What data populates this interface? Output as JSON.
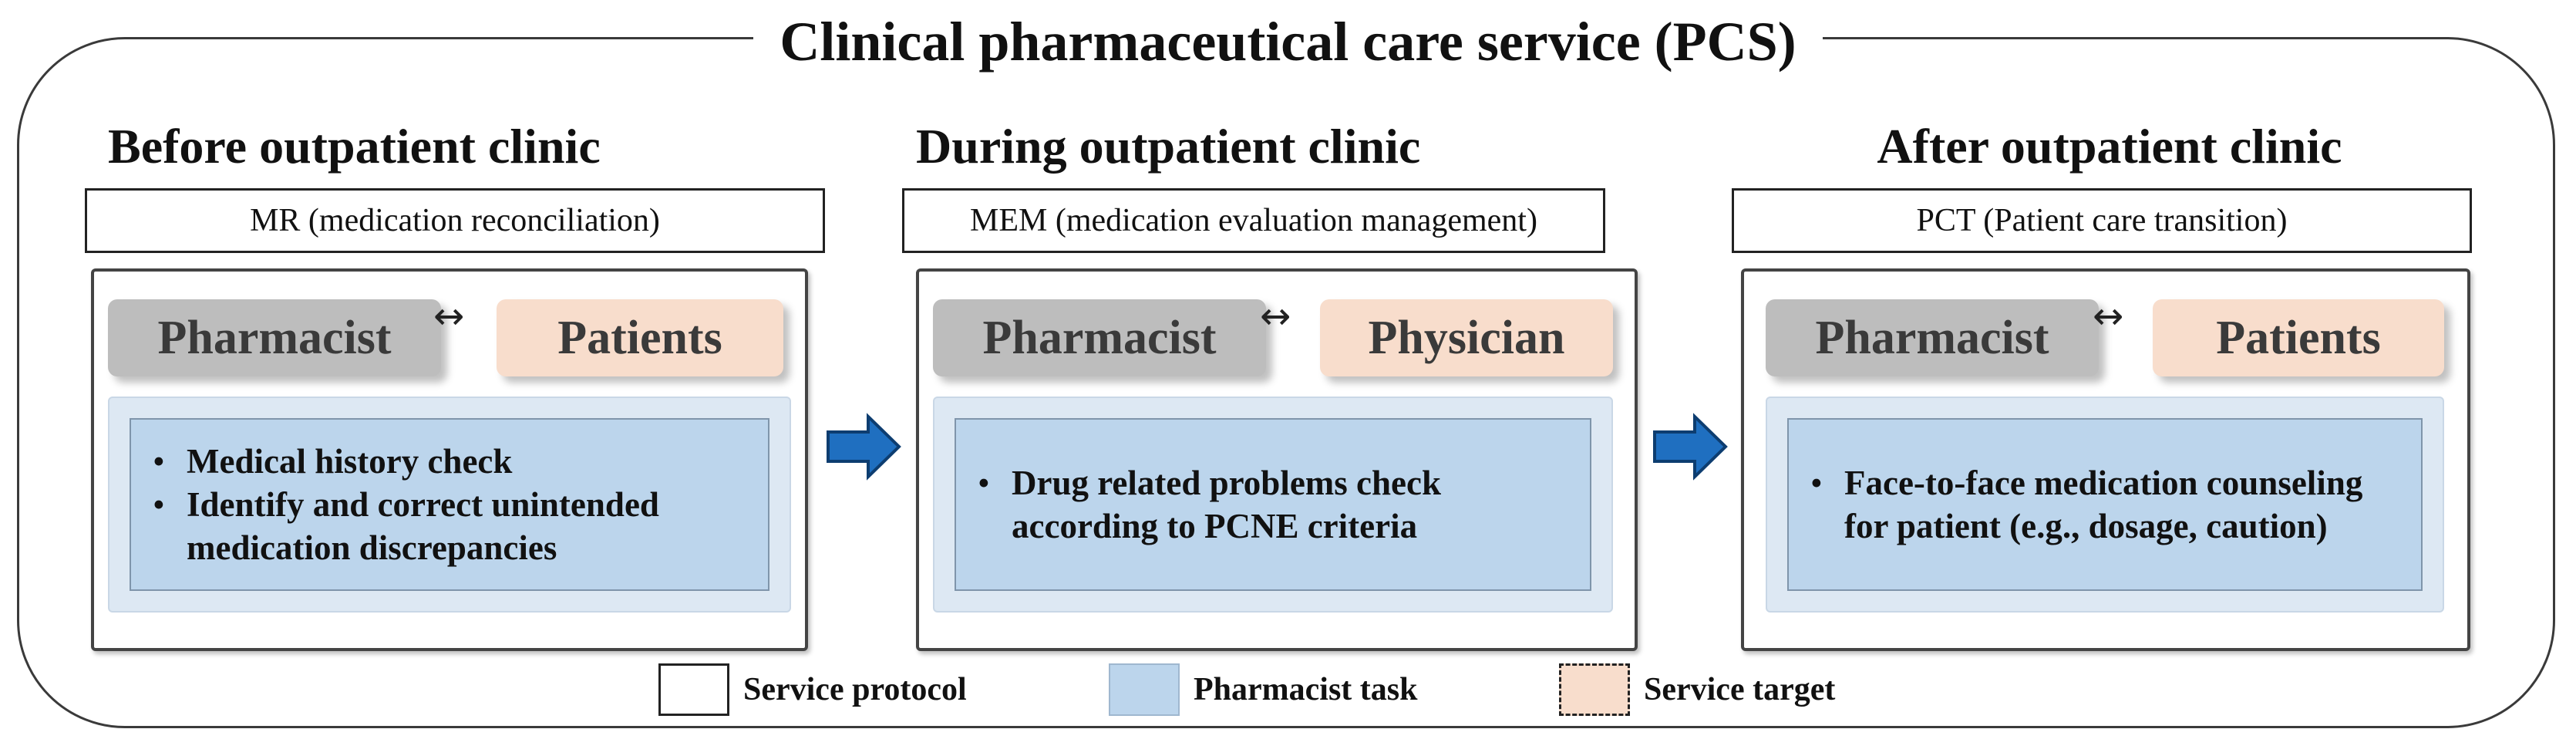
{
  "title": "Clinical pharmaceutical care service (PCS)",
  "colors": {
    "pharmacist_box": "#bdbdbd",
    "target_box": "#f8ddcc",
    "task_fill": "#bcd5ec",
    "arrow": "#1f6fc0",
    "frame": "#3a3a3a"
  },
  "stages": [
    {
      "title": "Before outpatient clinic",
      "protocol": "MR (medication reconciliation)",
      "actor": "Pharmacist",
      "link": "↔",
      "target": "Patients",
      "tasks": [
        "Medical history check",
        "Identify and correct unintended medication discrepancies"
      ]
    },
    {
      "title": "During outpatient clinic",
      "protocol": "MEM (medication evaluation management)",
      "actor": "Pharmacist",
      "link": "↔",
      "target": "Physician",
      "tasks": [
        "Drug related problems check according to PCNE criteria"
      ]
    },
    {
      "title": "After outpatient clinic",
      "protocol": "PCT (Patient care transition)",
      "actor": "Pharmacist",
      "link": "↔",
      "target": "Patients",
      "tasks": [
        "Face-to-face medication counseling for patient (e.g., dosage, caution)"
      ]
    }
  ],
  "legend": [
    {
      "label": "Service protocol",
      "style": "solid-outline"
    },
    {
      "label": "Pharmacist task",
      "style": "blue-fill"
    },
    {
      "label": "Service target",
      "style": "dashed-peach"
    }
  ]
}
